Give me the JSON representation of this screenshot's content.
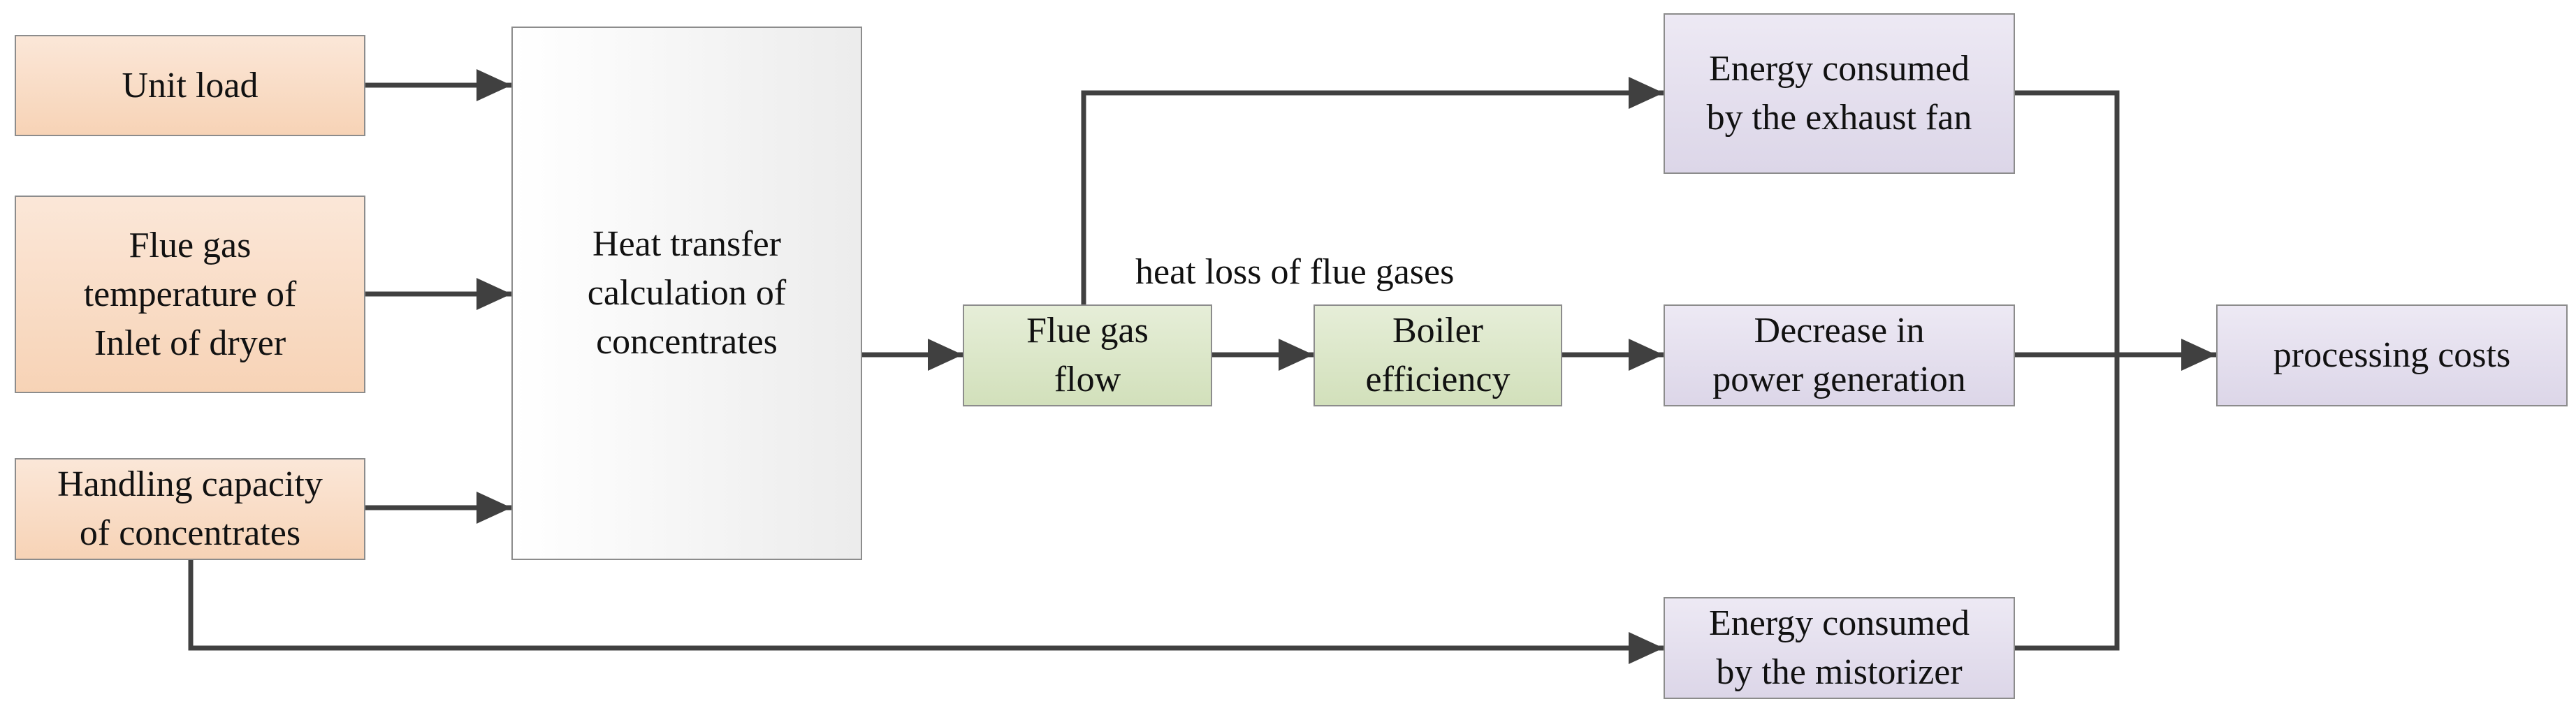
{
  "nodes": {
    "unit_load": {
      "lines": [
        "Unit load"
      ]
    },
    "flue_gas_temperature": {
      "lines": [
        "Flue gas",
        "temperature of",
        "Inlet of dryer"
      ]
    },
    "handling_capacity": {
      "lines": [
        "Handling capacity",
        "of concentrates"
      ]
    },
    "heat_transfer": {
      "lines": [
        "Heat transfer",
        "calculation of",
        "concentrates"
      ]
    },
    "flue_gas_flow": {
      "lines": [
        "Flue gas",
        "flow"
      ]
    },
    "boiler_efficiency": {
      "lines": [
        "Boiler",
        "efficiency"
      ]
    },
    "exhaust_fan_energy": {
      "lines": [
        "Energy consumed",
        "by the exhaust fan"
      ]
    },
    "power_generation_decrease": {
      "lines": [
        "Decrease in",
        "power generation"
      ]
    },
    "mistorizer_energy": {
      "lines": [
        "Energy consumed",
        "by the mistorizer"
      ]
    },
    "processing_costs": {
      "lines": [
        "processing costs"
      ]
    }
  },
  "edge_labels": {
    "heat_loss": "heat loss of flue gases"
  },
  "colors": {
    "input_fill": "#f7d3b6",
    "calc_fill": "#ececec",
    "intermediate_fill": "#d2e0bb",
    "output_fill": "#dcd6e8",
    "border": "#8c8c8c",
    "arrow": "#404040"
  }
}
